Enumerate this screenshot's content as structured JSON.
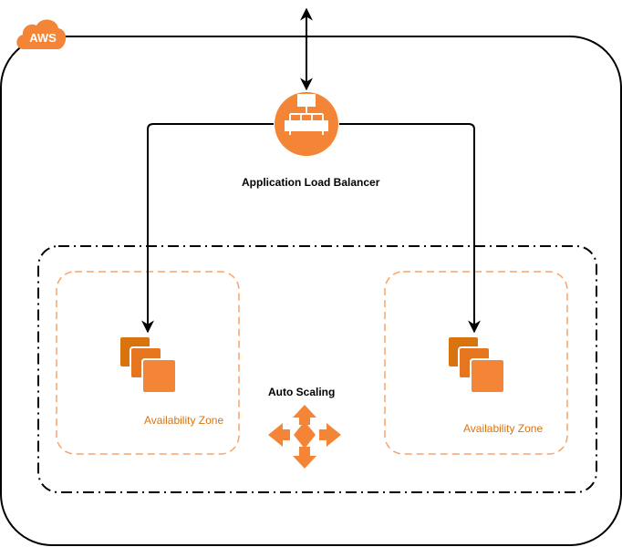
{
  "cloud": {
    "label": "AWS",
    "badge_color": "#f58536"
  },
  "load_balancer": {
    "label": "Application Load Balancer",
    "icon": "application-load-balancer-icon",
    "color": "#f58536"
  },
  "auto_scaling": {
    "label": "Auto Scaling",
    "icon": "auto-scaling-icon",
    "color": "#f58536"
  },
  "zones": [
    {
      "label": "Availability Zone",
      "icon": "ec2-instances-icon"
    },
    {
      "label": "Availability Zone",
      "icon": "ec2-instances-icon"
    }
  ],
  "colors": {
    "zone_border": "#f7a36b",
    "zone_text": "#d9730d",
    "line": "#000000"
  }
}
